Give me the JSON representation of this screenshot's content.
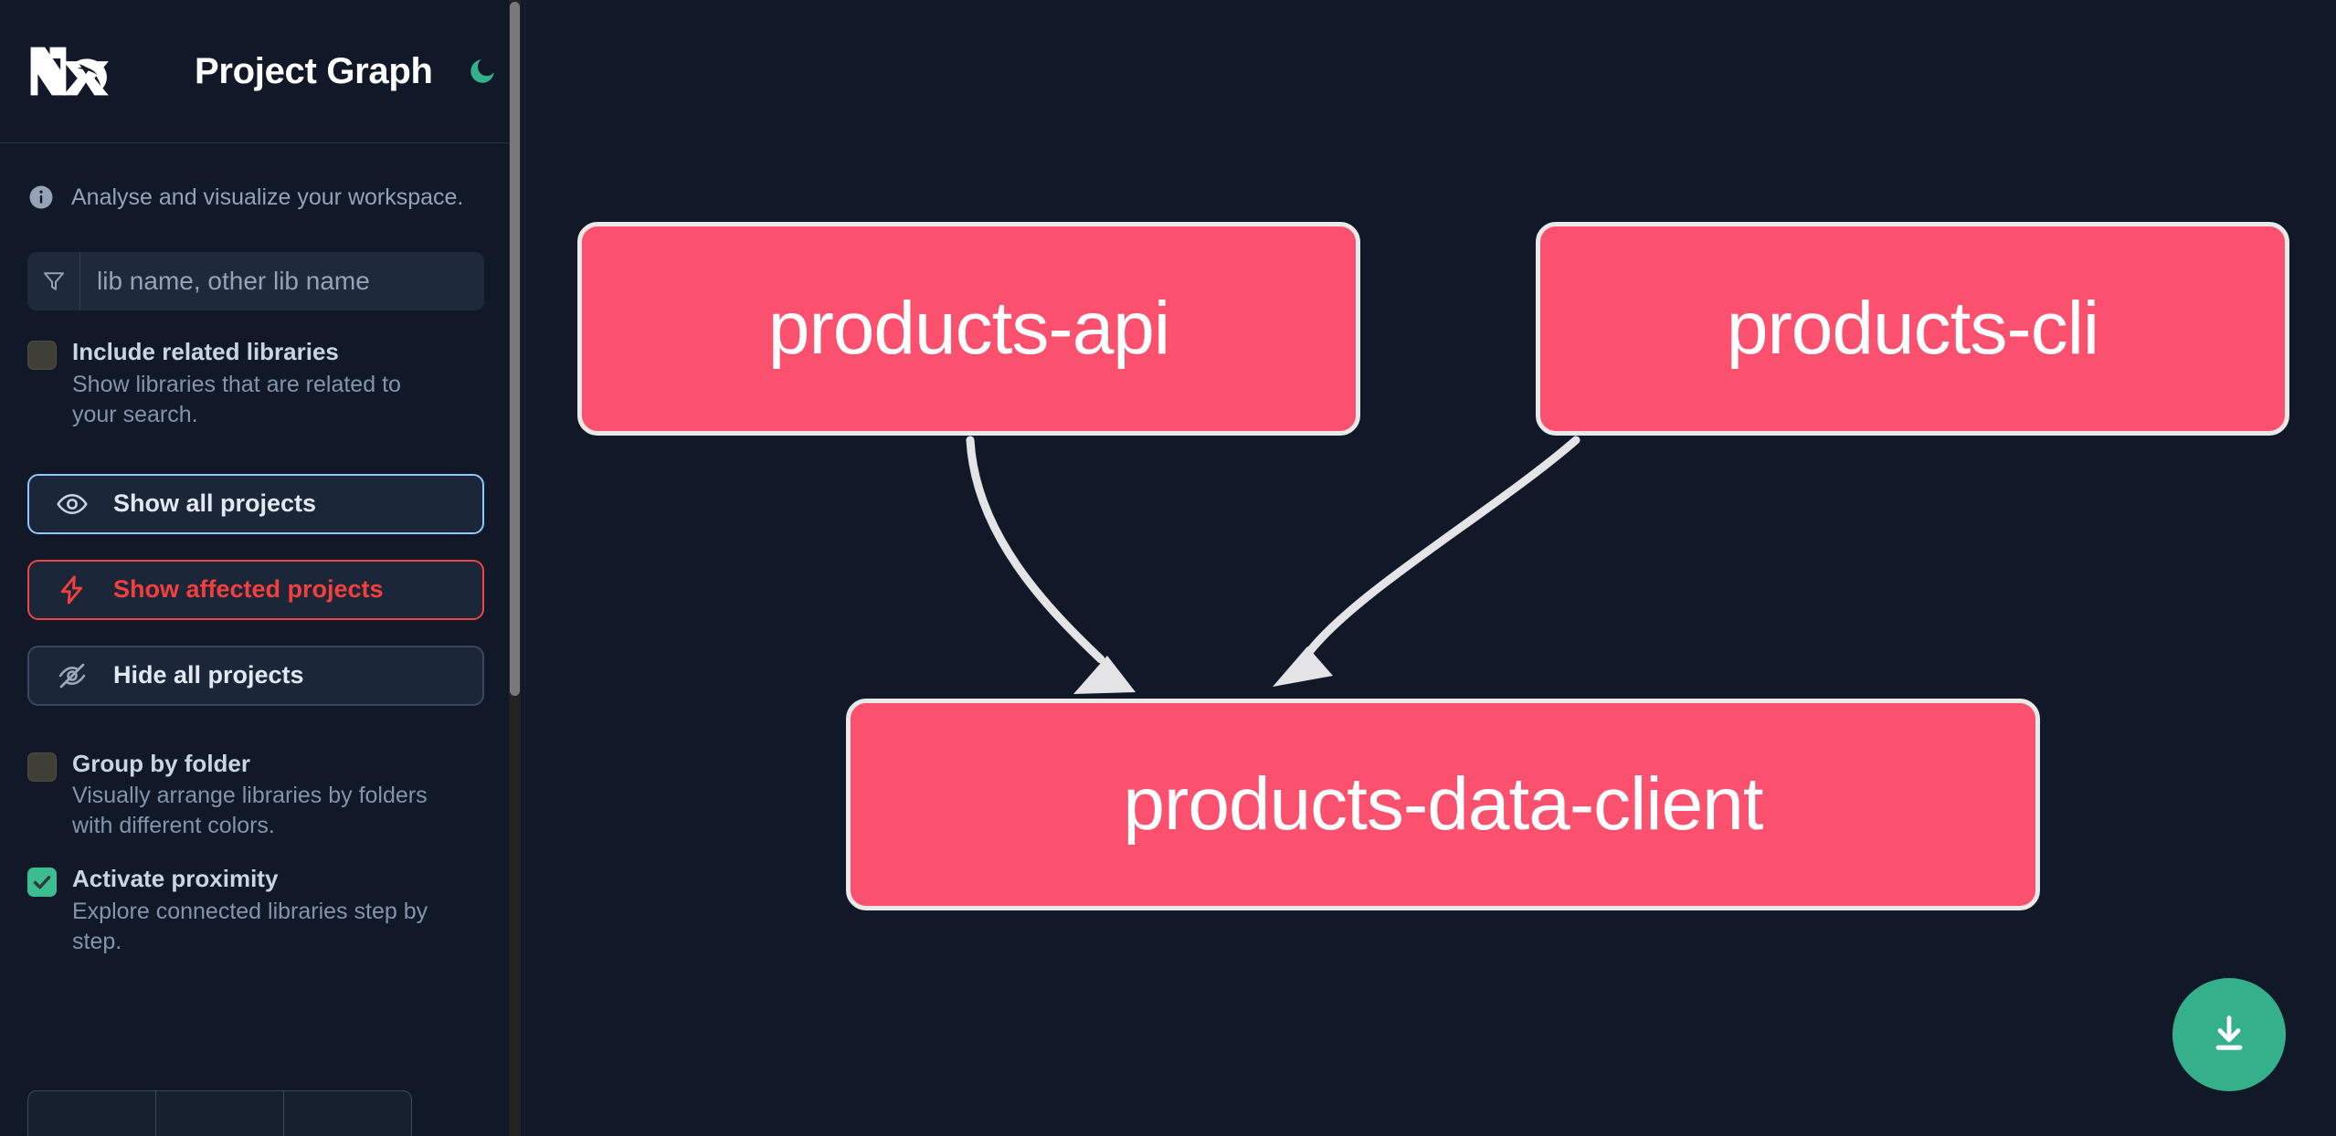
{
  "header": {
    "logo_alt": "nx-logo",
    "title": "Project Graph",
    "theme_toggle_icon": "moon-icon",
    "theme_accent": "#34B08B"
  },
  "sidebar": {
    "note": {
      "icon": "info-icon",
      "text": "Analyse and visualize your workspace."
    },
    "search": {
      "icon": "filter-funnel-icon",
      "value": "",
      "placeholder": "lib name, other lib name"
    },
    "options": [
      {
        "id": "include-related-libraries",
        "title": "Include related libraries",
        "desc": "Show libraries that are related to your search.",
        "checked": false
      },
      {
        "id": "group-by-folder",
        "title": "Group by folder",
        "desc": "Visually arrange libraries by folders with different colors.",
        "checked": false
      },
      {
        "id": "activate-proximity",
        "title": "Activate proximity",
        "desc": "Explore connected libraries step by step.",
        "checked": true
      }
    ],
    "buttons": [
      {
        "id": "show-all-projects",
        "label": "Show all projects",
        "icon": "eye-icon",
        "style": "primary",
        "accent": "#93C5FD"
      },
      {
        "id": "show-affected-projects",
        "label": "Show affected projects",
        "icon": "lightning-bolt-icon",
        "style": "danger",
        "accent": "#EF4444"
      },
      {
        "id": "hide-all-projects",
        "label": "Hide all projects",
        "icon": "eye-slash-icon",
        "style": "neutral",
        "accent": "#3b475e"
      }
    ],
    "scrollbar": {
      "thumb_color": "#78797b"
    }
  },
  "graph": {
    "node_fill": "#FB516E",
    "node_border": "#E9E9EA",
    "edge_color": "#E4E4E6",
    "nodes": [
      {
        "id": "products-api",
        "label": "products-api"
      },
      {
        "id": "products-cli",
        "label": "products-cli"
      },
      {
        "id": "products-data-client",
        "label": "products-data-client"
      }
    ],
    "edges": [
      {
        "from": "products-api",
        "to": "products-data-client"
      },
      {
        "from": "products-cli",
        "to": "products-data-client"
      }
    ],
    "download_button": {
      "icon": "download-icon",
      "color": "#34B08B"
    }
  }
}
